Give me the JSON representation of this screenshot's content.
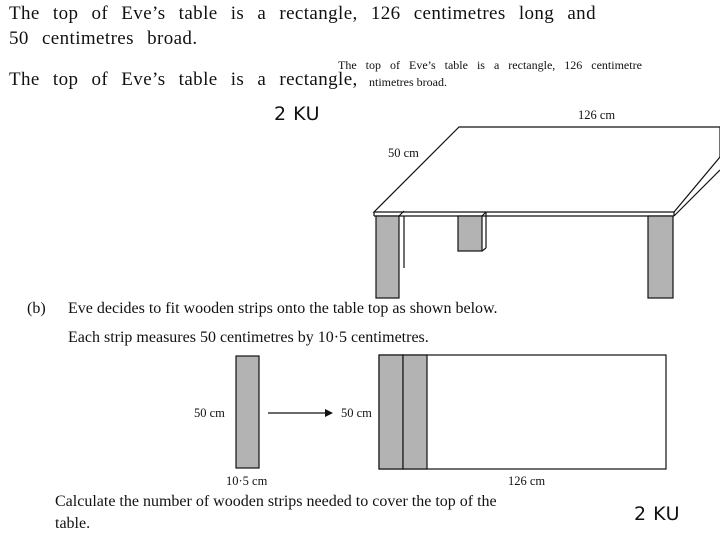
{
  "question": {
    "intro_line1": "The top of Eve’s table is a rectangle, 126 centimetres long and",
    "intro_line2": "50 centimetres broad.",
    "repeat_small": "The top of Eve’s table is a rectangle, 126 centimetre",
    "repeat_small_tail": "ntimetres broad.",
    "repeat_big": "The top of Eve’s table is a rectangle,"
  },
  "marks": {
    "ku_top": "2 KU",
    "ku_bottom": "2 KU"
  },
  "table_diagram": {
    "length_label": "126 cm",
    "breadth_label": "50 cm"
  },
  "part_b": {
    "label": "(b)",
    "line1": "Eve decides to fit wooden strips onto the table top as shown below.",
    "line2": "Each strip measures 50 centimetres by 10·5 centimetres."
  },
  "strip_diagram": {
    "strip_height_label": "50 cm",
    "strip_width_label": "10·5 cm",
    "top_height_label": "50 cm",
    "top_length_label": "126 cm"
  },
  "task": {
    "line1": "Calculate the number of wooden strips needed to cover the top of the",
    "line2": "table."
  },
  "colors": {
    "ink": "#111111",
    "strip_fill": "#b3b3b3"
  }
}
